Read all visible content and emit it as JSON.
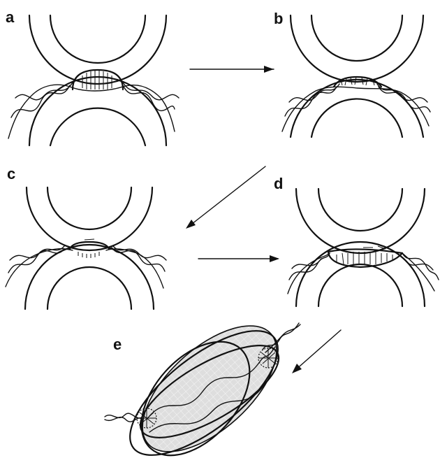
{
  "figure": {
    "labels": {
      "a": "a",
      "b": "b",
      "c": "c",
      "d": "d",
      "e": "e"
    }
  },
  "colors": {
    "ink": "#111111",
    "background": "#ffffff",
    "shaded": "#dedede",
    "fiber_fill": "#f2f2f2"
  }
}
